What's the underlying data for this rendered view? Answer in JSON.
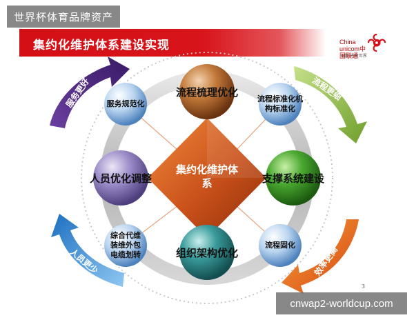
{
  "watermark_top": "世界杯体育品牌资产",
  "watermark_bottom": "cnwap2-worldcup.com",
  "slide": {
    "title": "集约化维护体系建设实现",
    "page_number": "3",
    "logo": {
      "name": "China unicom中国联通",
      "tagline": "创新·改变世界"
    }
  },
  "diagram": {
    "center": "集约化维护体系",
    "spheres": [
      {
        "id": "top",
        "label": "流程梳理优化",
        "color": "#b8642a"
      },
      {
        "id": "left",
        "label": "人员优化调整",
        "color": "#8a78b8"
      },
      {
        "id": "right",
        "label": "支撑系统建设",
        "color": "#3e9a2c"
      },
      {
        "id": "bottom",
        "label": "组织架构优化",
        "color": "#2a8a8a"
      }
    ],
    "small_spheres": [
      {
        "id": "tl",
        "label": "服务规范化"
      },
      {
        "id": "tr",
        "label": "流程标准化机构标准化"
      },
      {
        "id": "bl",
        "label": "综合代维装维外包电缆划转"
      },
      {
        "id": "br",
        "label": "流程固化"
      }
    ],
    "arrows": [
      {
        "id": "tl",
        "label": "服务更好",
        "color": "#5a2f8a"
      },
      {
        "id": "tr",
        "label": "流程更细",
        "color": "#8fbf48"
      },
      {
        "id": "bl",
        "label": "人员更少",
        "color": "#2a86d0"
      },
      {
        "id": "br",
        "label": "效率更高",
        "color": "#e36a1a"
      }
    ]
  }
}
